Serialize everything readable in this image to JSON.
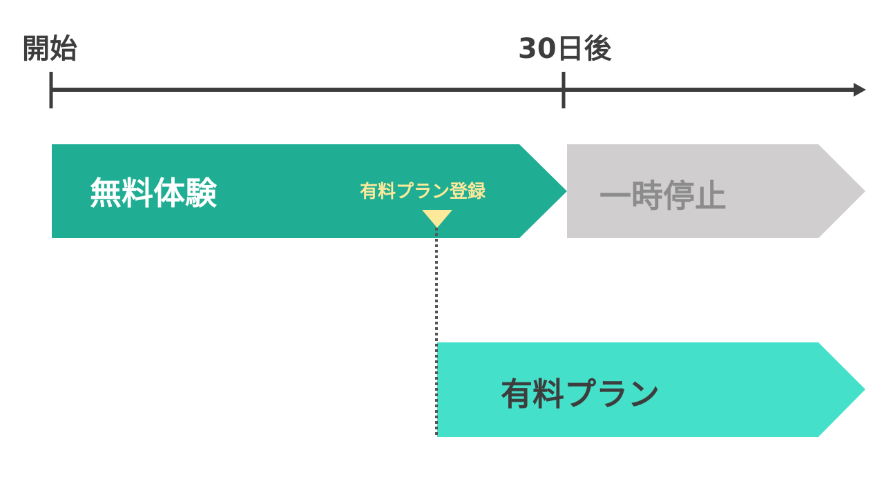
{
  "timeline": {
    "start_label": "開始",
    "day30_label": "30日後"
  },
  "phases": {
    "trial": {
      "label": "無料体験",
      "color": "#1fae93"
    },
    "pause": {
      "label": "一時停止",
      "color": "#d0cece",
      "text_color": "#8c8c8c"
    },
    "paid": {
      "label": "有料プラン",
      "color": "#45e0c9",
      "text_color": "#3d3d3d"
    }
  },
  "marker": {
    "label": "有料プラン登録",
    "color": "#fde99a"
  },
  "colors": {
    "axis": "#3d3d3d",
    "dotted_line": "#555555"
  }
}
